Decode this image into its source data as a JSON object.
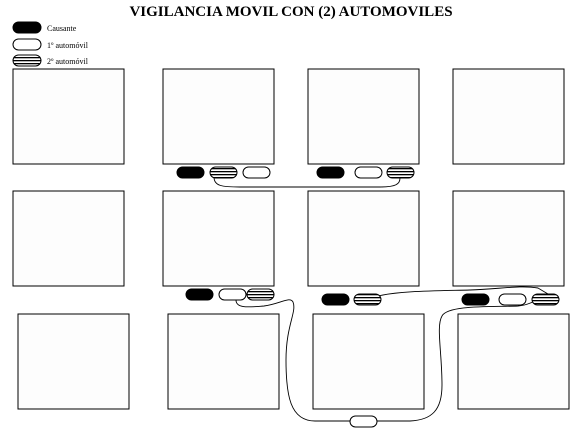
{
  "title": "VIGILANCIA MOVIL CON (2) AUTOMOVILES",
  "legend": {
    "causante": "Causante",
    "primer_automovil": "1º automóvil",
    "segundo_automovil": "2º automóvil"
  },
  "colors": {
    "causante": "#000000",
    "primer_automovil": "#ffffff",
    "segundo_automovil_stripes": "#000000",
    "block_fill": "#fdfdfd",
    "outline": "#000000"
  },
  "blocks": {
    "rows": 3,
    "columns": 4
  },
  "groups": [
    {
      "name": "group-1",
      "order": [
        "causante",
        "segundo",
        "primero"
      ]
    },
    {
      "name": "group-2",
      "order": [
        "causante",
        "primero",
        "segundo"
      ]
    },
    {
      "name": "group-3",
      "order": [
        "causante",
        "primero",
        "segundo"
      ]
    },
    {
      "name": "group-4",
      "order": [
        "causante",
        "segundo"
      ]
    },
    {
      "name": "group-5",
      "order": [
        "causante",
        "primero",
        "segundo"
      ]
    },
    {
      "name": "group-6",
      "order": [
        "primero"
      ]
    }
  ]
}
